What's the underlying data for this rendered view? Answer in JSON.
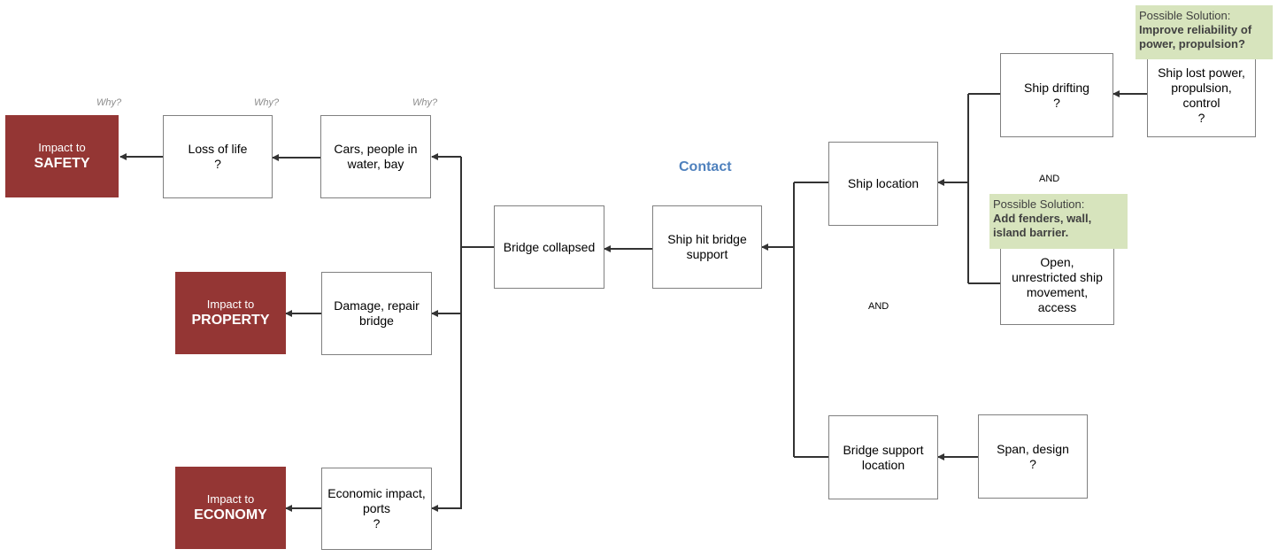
{
  "impacts": {
    "safety": {
      "label": "Impact to",
      "category": "SAFETY"
    },
    "property": {
      "label": "Impact to",
      "category": "PROPERTY"
    },
    "economy": {
      "label": "Impact to",
      "category": "ECONOMY"
    }
  },
  "why_labels": [
    "Why?",
    "Why?",
    "Why?"
  ],
  "nodes": {
    "loss_of_life": [
      "Loss of life",
      "?"
    ],
    "cars_people": [
      "Cars, people in",
      "water, bay"
    ],
    "damage_repair": [
      "Damage, repair",
      "bridge"
    ],
    "economic_impact": [
      "Economic impact,",
      "ports",
      "?"
    ],
    "bridge_collapsed": [
      "Bridge collapsed"
    ],
    "ship_hit": [
      "Ship hit bridge",
      "support"
    ],
    "ship_location": [
      "Ship location"
    ],
    "ship_drifting": [
      "Ship drifting",
      "?"
    ],
    "ship_lost_power": [
      "Ship lost power,",
      "propulsion,",
      "control",
      "?"
    ],
    "open_movement": [
      "Open,",
      "unrestricted ship",
      "movement,",
      "access"
    ],
    "bridge_support_loc": [
      "Bridge support",
      "location"
    ],
    "span_design": [
      "Span, design",
      "?"
    ]
  },
  "contact_label": "Contact",
  "and_labels": [
    "AND",
    "AND"
  ],
  "solutions": {
    "power": {
      "title": "Possible Solution:",
      "body": "Improve reliability of power, propulsion?"
    },
    "fenders": {
      "title": "Possible Solution:",
      "body": "Add fenders, wall, island barrier."
    }
  },
  "colors": {
    "impact": "#943634",
    "solution": "#d7e4bd",
    "contact": "#4f81bd"
  }
}
